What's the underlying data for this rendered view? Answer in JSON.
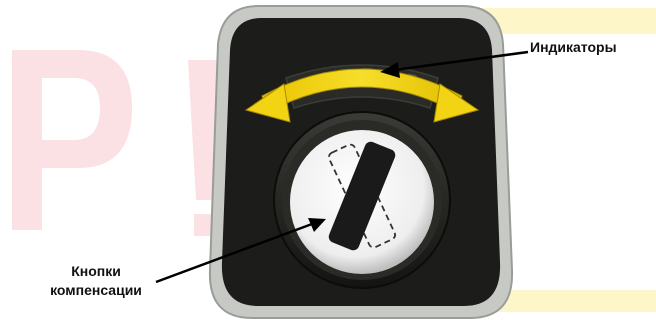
{
  "labels": {
    "indicators": "Индикаторы",
    "compensation_line1": "Кнопки",
    "compensation_line2": "компенсации"
  },
  "colors": {
    "panel_body": "#1c1c1a",
    "panel_border": "#c7c9c5",
    "arrow_yellow": "#f2d414",
    "button_face": "#f6f6f6",
    "button_key": "#1a1a1a",
    "watermark_pink": "#fbe0e4",
    "watermark_yellow": "#fdf6c8"
  },
  "icons": {
    "arc_arrow": "double-headed-curved-arrow-icon",
    "dial_key": "rotary-key-icon",
    "dashed_outline": "dashed-key-position-icon"
  }
}
